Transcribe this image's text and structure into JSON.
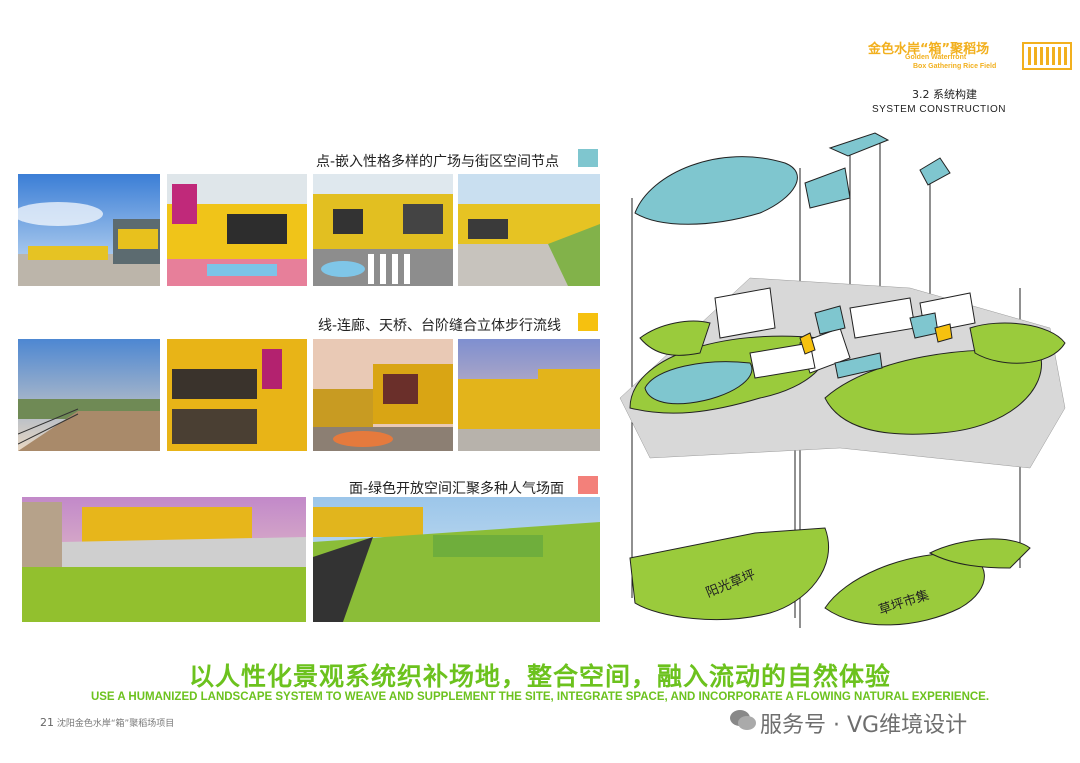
{
  "header": {
    "brand_cn": "金色水岸“箱”聚稻场",
    "brand_en_line1": "Golden Waterfront",
    "brand_en_line2": "Box Gathering Rice Field",
    "section_number": "3.2 系统构建",
    "section_en": "SYSTEM CONSTRUCTION"
  },
  "rows": [
    {
      "title": "点-嵌入性格多样的广场与街区空间节点",
      "color": "#7fc6cf"
    },
    {
      "title": "线-连廊、天桥、台阶缝合立体步行流线",
      "color": "#f6c10f"
    },
    {
      "title": "面-绿色开放空间汇聚多种人气场面",
      "color": "#f3807a"
    }
  ],
  "diagram": {
    "label_sun_lawn": "阳光草坪",
    "label_lawn_market": "草坪市集",
    "colors": {
      "green": "#9acb3c",
      "blue": "#7fc6cf",
      "yellow": "#f6c10f",
      "gray": "#d8d8d8"
    }
  },
  "slogan_cn": "以人性化景观系统织补场地，整合空间，融入流动的自然体验",
  "slogan_en": "USE A HUMANIZED LANDSCAPE SYSTEM TO WEAVE AND SUPPLEMENT THE SITE, INTEGRATE SPACE, AND INCORPORATE A FLOWING NATURAL EXPERIENCE.",
  "footer": {
    "page": "21",
    "text": "沈阳金色水岸“箱”聚稻场项目"
  },
  "watermark": "服务号 · VG维境设计"
}
